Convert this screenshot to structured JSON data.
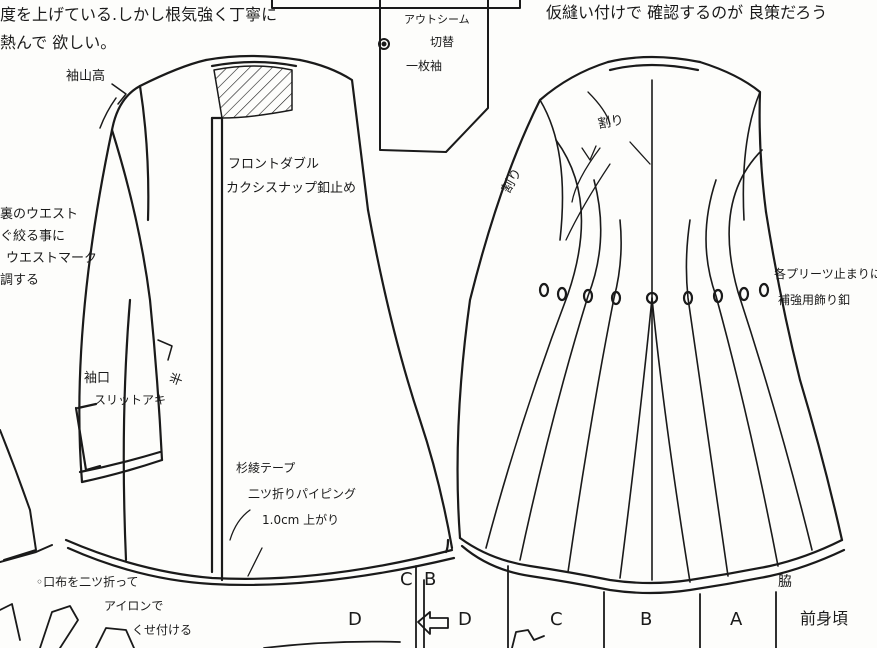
{
  "notes": {
    "top_left_line1": "度を上げている.しかし根気強く丁寧に",
    "top_left_line2": "熱んで 欲しい。",
    "top_right": "仮縫い付けで 確認するのが 良策だろう",
    "sleeve_cap_height": "袖山高",
    "outseam": "アウトシーム",
    "cut_piece": "切替",
    "one_piece_sleeve": "一枚袖",
    "lining_waist_1": "裏のウエスト",
    "lining_waist_2": "ぐ絞る事に",
    "lining_waist_3": "ウエストマーク",
    "lining_waist_4": "調する",
    "front_double": "フロントダブル",
    "snap_fastening": "カクシスナップ釦止め",
    "cuff": "袖口",
    "slit_opening": "スリットアキ",
    "ayasugi_tape": "杉綾テープ",
    "folded_piping": "二ツ折りパイピング",
    "finished_width": "1.0cm 上がり",
    "split_seam_1": "割り",
    "split_seam_2": "割り",
    "pleat_stop": "各プリーツ止まりに",
    "reinforce_button": "補強用飾り釦",
    "pocket_fabric_1": "◦口布を二ツ折って",
    "pocket_fabric_2": "アイロンで",
    "pocket_fabric_3": "くせ付ける"
  },
  "panel_labels": {
    "d_left": "D",
    "c_left": "C",
    "b_left": "B",
    "d_arrow": "D",
    "c_right": "C",
    "b_right": "B",
    "a_right": "A",
    "side": "脇",
    "front_body": "前身頃"
  },
  "symbols": {
    "grain_mark": "半"
  }
}
